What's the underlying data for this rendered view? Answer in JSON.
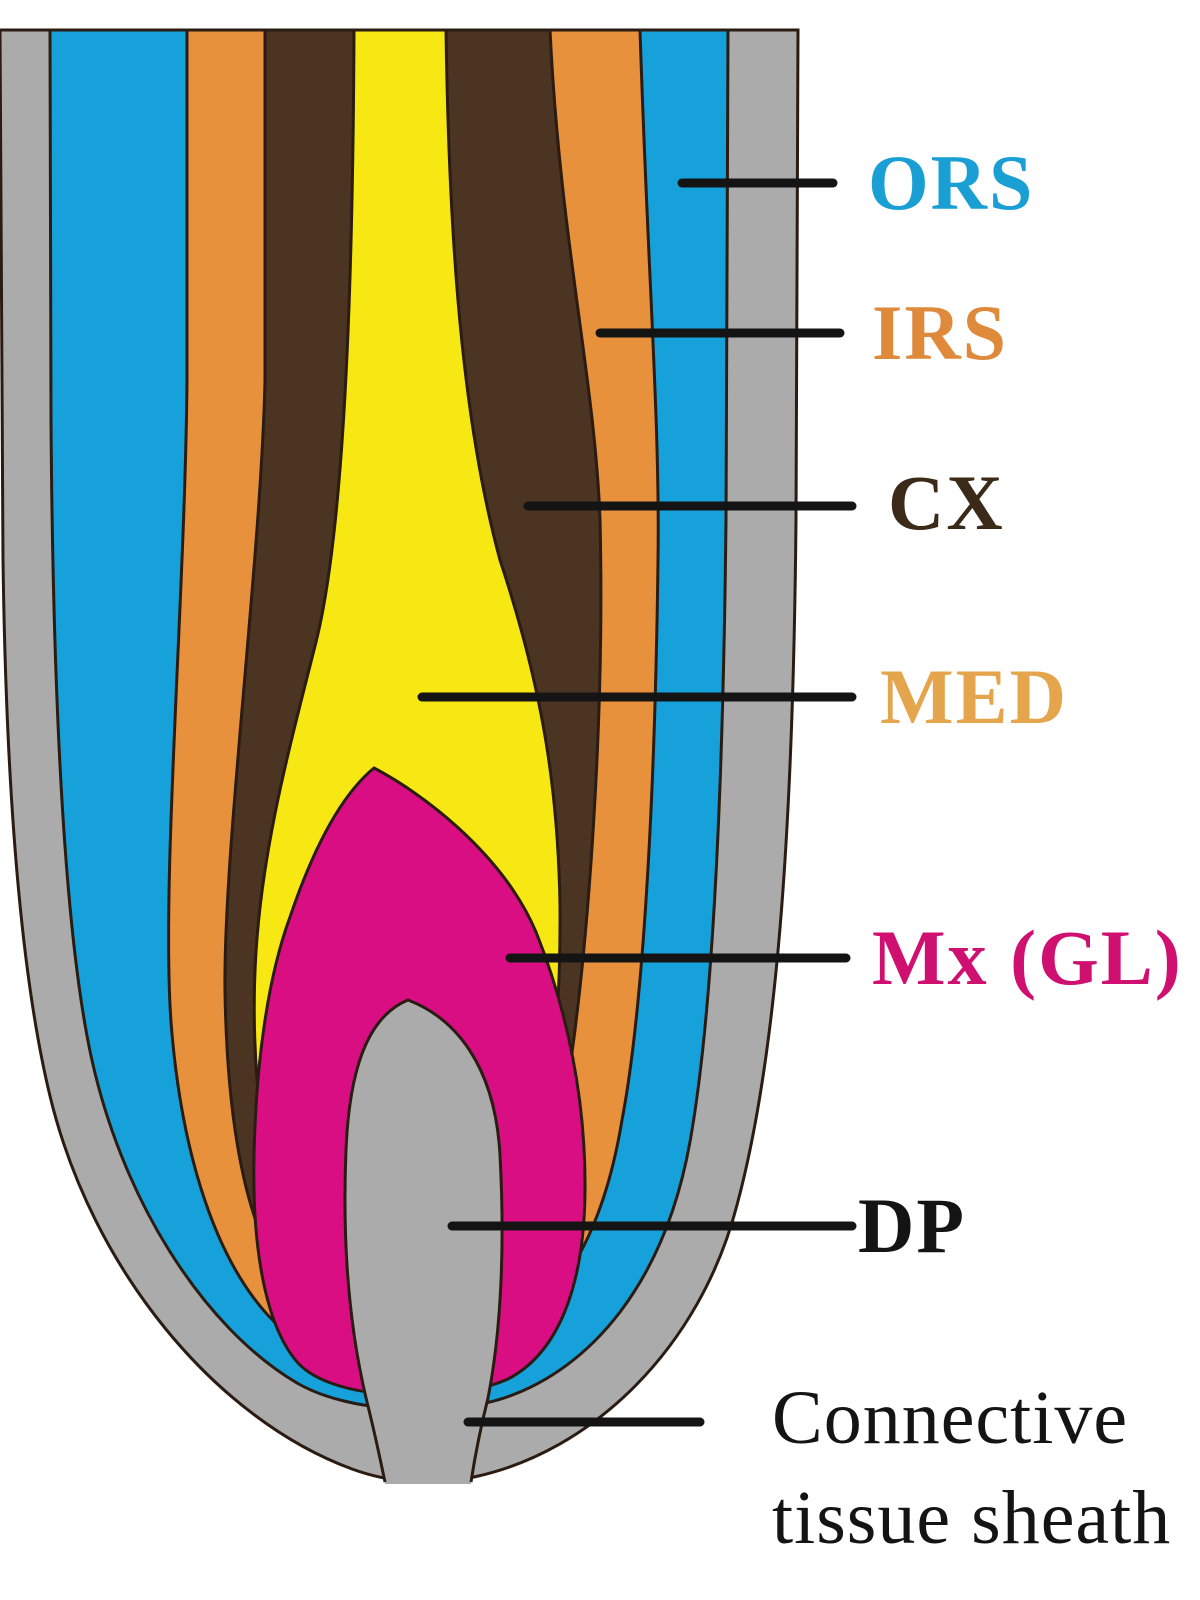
{
  "diagram": {
    "background": "#ffffff",
    "outline_color": "#2a1c12",
    "leader_color": "#141414",
    "layers": [
      {
        "name": "connective-tissue-sheath",
        "color": "#ababab"
      },
      {
        "name": "outer-root-sheath",
        "color": "#16a1da"
      },
      {
        "name": "inner-root-sheath",
        "color": "#e8913d"
      },
      {
        "name": "cortex",
        "color": "#4c3423"
      },
      {
        "name": "medulla",
        "color": "#f7e813"
      },
      {
        "name": "matrix-germinal-layer",
        "color": "#d90e82"
      },
      {
        "name": "dermal-papilla",
        "color": "#ababab"
      }
    ],
    "labels": [
      {
        "id": "ors",
        "text": "ORS",
        "color": "#1a9fd4"
      },
      {
        "id": "irs",
        "text": "IRS",
        "color": "#df8a3b"
      },
      {
        "id": "cx",
        "text": "CX",
        "color": "#3b2a18"
      },
      {
        "id": "med",
        "text": "MED",
        "color": "#e4a54d"
      },
      {
        "id": "mx",
        "text": "Mx (GL)",
        "color": "#cf1070"
      },
      {
        "id": "dp",
        "text": "DP",
        "color": "#141414"
      },
      {
        "id": "cts",
        "text": "Connective tissue sheath",
        "color": "#141414"
      }
    ]
  }
}
